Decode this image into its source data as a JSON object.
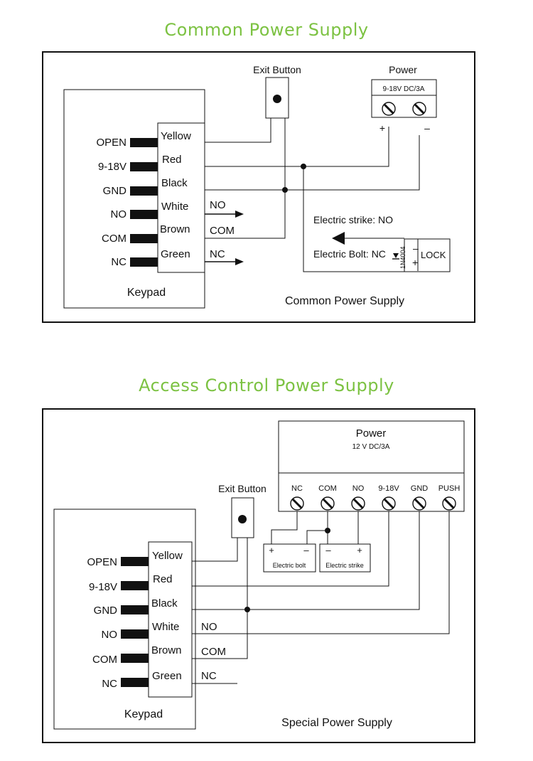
{
  "diagram1": {
    "title": "Common Power Supply",
    "exit_button": "Exit Button",
    "power": {
      "label": "Power",
      "spec": "9-18V  DC/3A",
      "plus": "+",
      "minus": "–"
    },
    "pins": [
      "OPEN",
      "9-18V",
      "GND",
      "NO",
      "COM",
      "NC"
    ],
    "wires": [
      "Yellow",
      "Red",
      "Black",
      "White",
      "Brown",
      "Green"
    ],
    "outputs": {
      "no": "NO",
      "com": "COM",
      "nc": "NC"
    },
    "keypad": "Keypad",
    "strike_note": "Electric strike: NO",
    "bolt_note": "Electric Bolt: NC",
    "diode": "1N4004",
    "lock": {
      "label": "LOCK",
      "minus": "–",
      "plus": "+"
    },
    "caption": "Common Power Supply"
  },
  "diagram2": {
    "title": "Access Control Power Supply",
    "exit_button": "Exit Button",
    "power": {
      "label": "Power",
      "spec": "12 V  DC/3A"
    },
    "terminals": [
      "NC",
      "COM",
      "NO",
      "9-18V",
      "GND",
      "PUSH"
    ],
    "bolt": {
      "label": "Electric bolt",
      "plus": "+",
      "minus": "–"
    },
    "strike": {
      "label": "Electric strike",
      "minus": "–",
      "plus": "+"
    },
    "pins": [
      "OPEN",
      "9-18V",
      "GND",
      "NO",
      "COM",
      "NC"
    ],
    "wires": [
      "Yellow",
      "Red",
      "Black",
      "White",
      "Brown",
      "Green"
    ],
    "outputs": {
      "no": "NO",
      "com": "COM",
      "nc": "NC"
    },
    "keypad": "Keypad",
    "caption": "Special Power Supply"
  }
}
